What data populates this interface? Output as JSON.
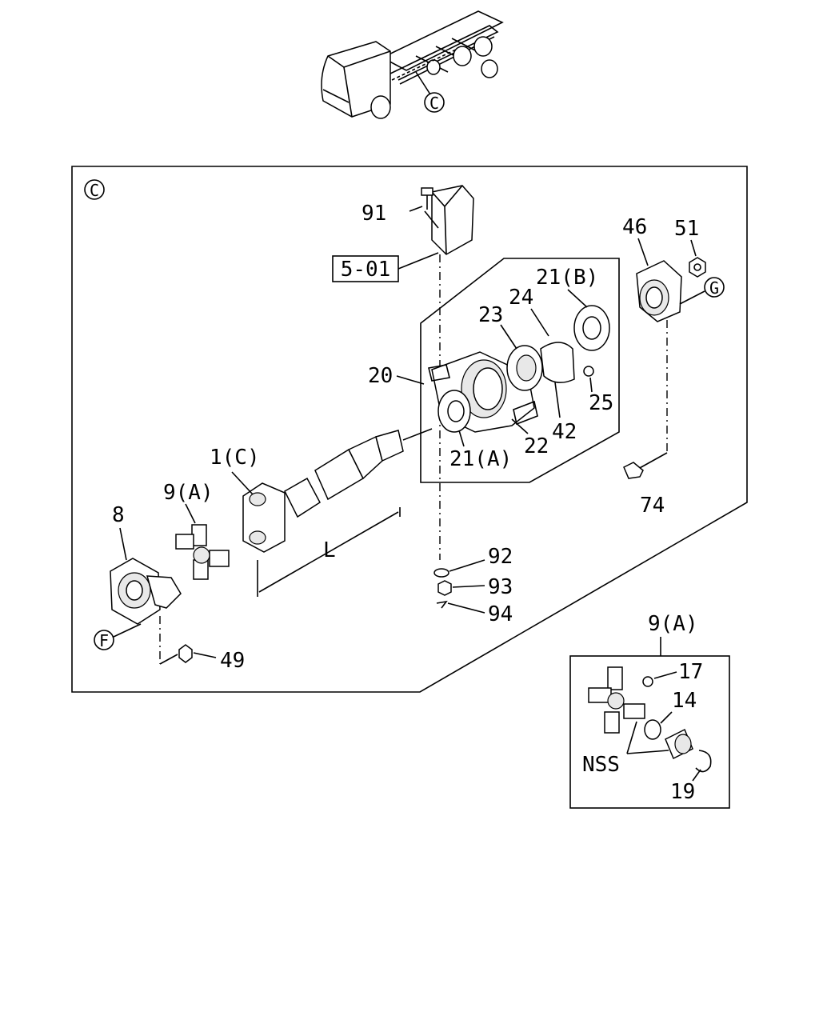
{
  "diagram": {
    "section_marker": "C",
    "reference_box": "5-01",
    "dimension_label": "L",
    "circle_markers": {
      "vehicle": "C",
      "flange": "F",
      "flange_rear": "G"
    },
    "callouts": {
      "p91": "91",
      "p46": "46",
      "p51": "51",
      "p21b": "21(B)",
      "p23": "23",
      "p24": "24",
      "p20": "20",
      "p25": "25",
      "p42": "42",
      "p22": "22",
      "p21a": "21(A)",
      "p1c": "1(C)",
      "p74": "74",
      "p9a": "9(A)",
      "p8": "8",
      "p92": "92",
      "p93": "93",
      "p94": "94",
      "p49": "49",
      "inset_title": "9(A)",
      "p17": "17",
      "p14": "14",
      "nss": "NSS",
      "p19": "19"
    }
  }
}
